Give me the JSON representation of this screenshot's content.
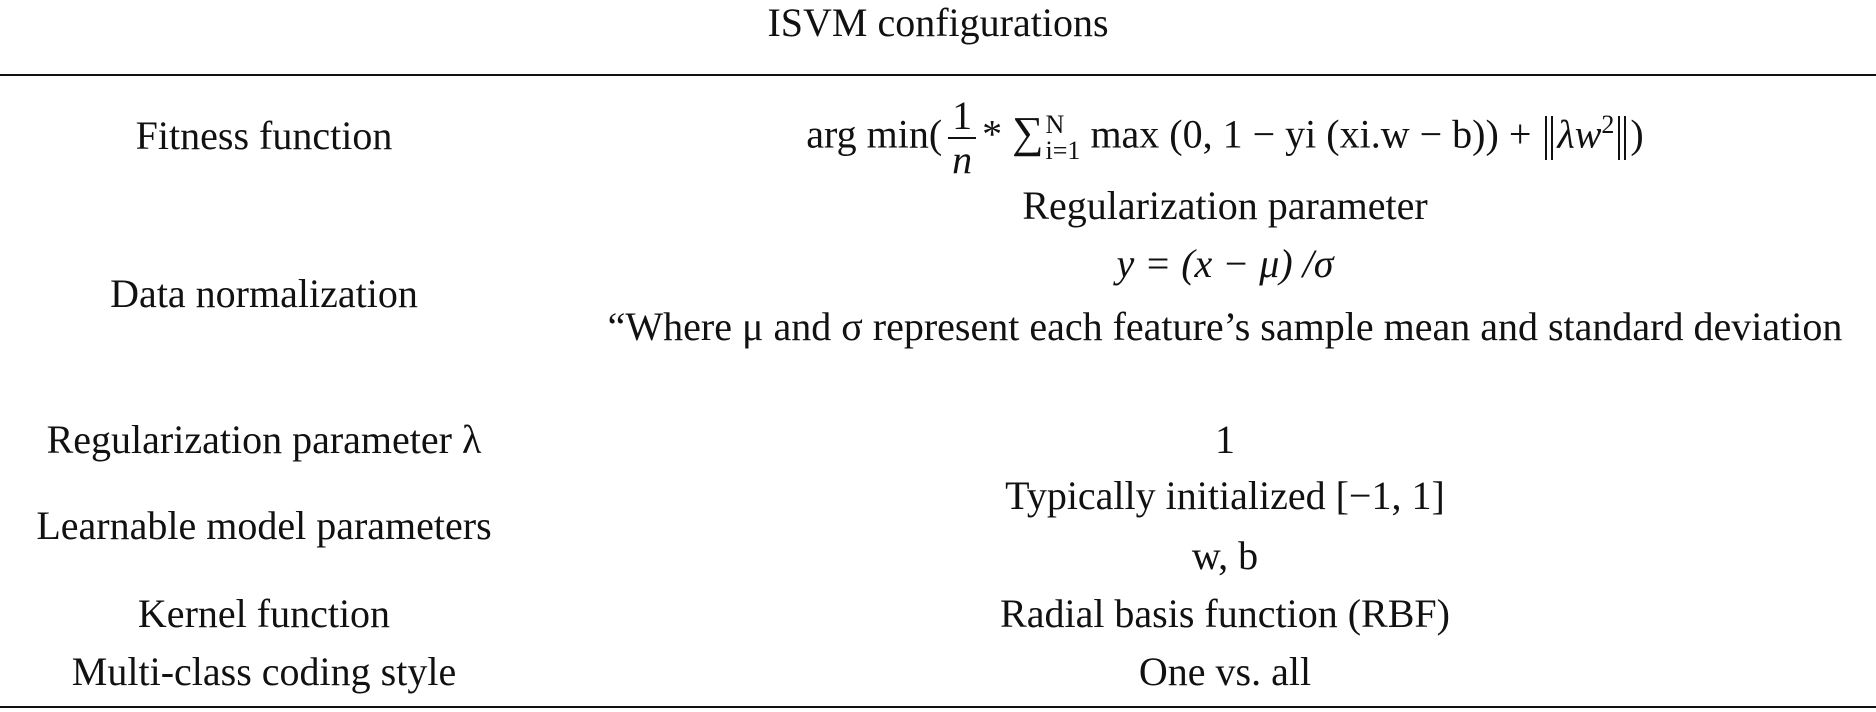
{
  "table": {
    "title": "ISVM configurations",
    "rows": [
      {
        "label": "Fitness function",
        "formula": {
          "prefix": "arg min(",
          "frac_num": "1",
          "frac_den": "n",
          "star": "*",
          "sum_upper": "N",
          "sum_lower": "i=1",
          "body": "max (0, 1 − yi (xi.w − b)) + ",
          "norm_inner": "λw",
          "norm_sup": "2",
          "suffix": ")"
        }
      },
      {
        "label": "Data normalization",
        "value_line1": "Regularization parameter",
        "value_line2": "y = (x − μ) /σ",
        "value_line3": "“Where μ and σ represent each feature’s sample mean and standard deviation"
      },
      {
        "label": "Regularization parameter λ",
        "value": "1"
      },
      {
        "label": "Learnable model parameters",
        "value_line1": "Typically initialized [−1, 1]",
        "value_line2": "w, b"
      },
      {
        "label": "Kernel function",
        "value": "Radial basis function (RBF)"
      },
      {
        "label": "Multi-class coding style",
        "value": "One vs. all"
      }
    ]
  }
}
